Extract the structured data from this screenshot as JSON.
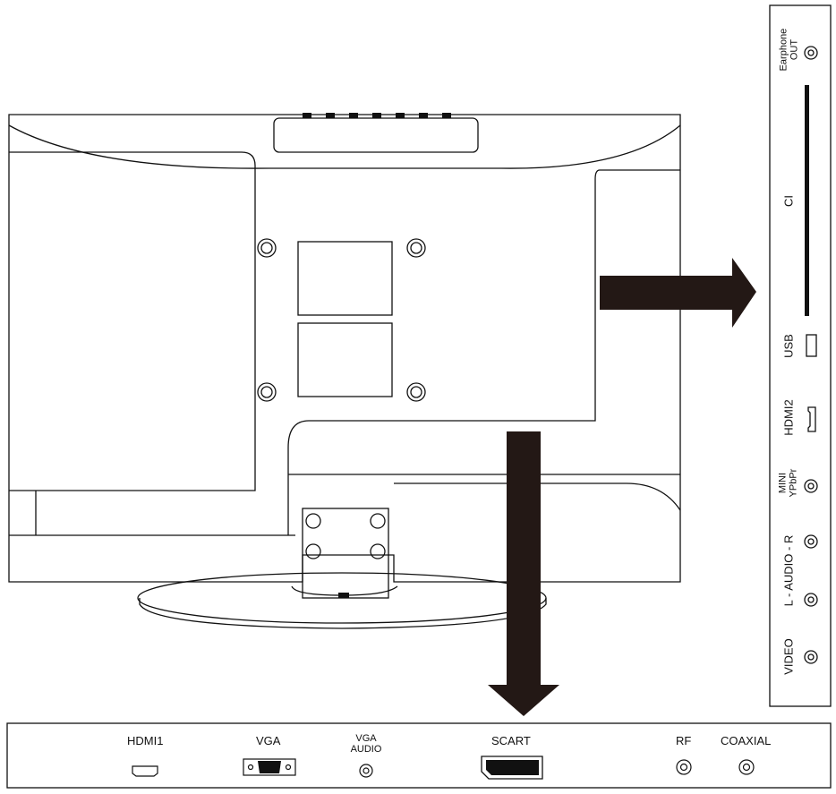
{
  "side_panel": {
    "ports": [
      {
        "label_line1": "Earphone",
        "label_line2": "OUT"
      },
      {
        "label": "CI"
      },
      {
        "label": "USB"
      },
      {
        "label": "HDMI2"
      },
      {
        "label_line1": "MINI",
        "label_line2": "YPbPr"
      },
      {
        "label": "L - AUDIO - R"
      },
      {
        "label": "VIDEO"
      }
    ]
  },
  "bottom_panel": {
    "ports": [
      {
        "label": "HDMI1"
      },
      {
        "label": "VGA"
      },
      {
        "label_line1": "VGA",
        "label_line2": "AUDIO"
      },
      {
        "label": "SCART"
      },
      {
        "label": "RF"
      },
      {
        "label": "COAXIAL"
      }
    ]
  },
  "colors": {
    "line": "#111111",
    "arrow": "#231815"
  }
}
